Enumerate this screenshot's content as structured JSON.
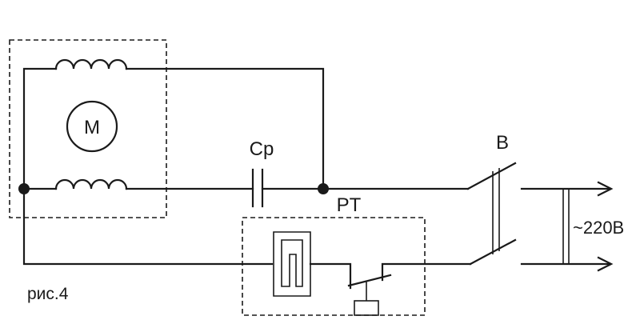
{
  "labels": {
    "motor": "M",
    "capacitor": "Cp",
    "relay": "PT",
    "switch": "B",
    "voltage": "~220B",
    "figure": "рис.4"
  },
  "colors": {
    "ink": "#1a1a1a",
    "background": "#ffffff"
  }
}
